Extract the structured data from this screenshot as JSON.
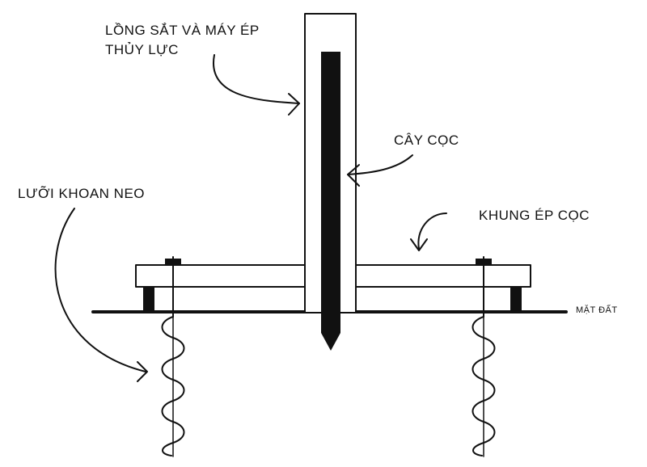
{
  "labels": {
    "cage_press_line1": "LỒNG SẮT VÀ MÁY ÉP",
    "cage_press_line2": "THỦY LỰC",
    "pile": "CÂY CỌC",
    "anchor_auger": "LƯỠI KHOAN NEO",
    "pile_frame": "KHUNG ÉP CỌC",
    "ground": "MẶT ĐẤT"
  },
  "colors": {
    "ink": "#111111",
    "background": "#ffffff"
  }
}
